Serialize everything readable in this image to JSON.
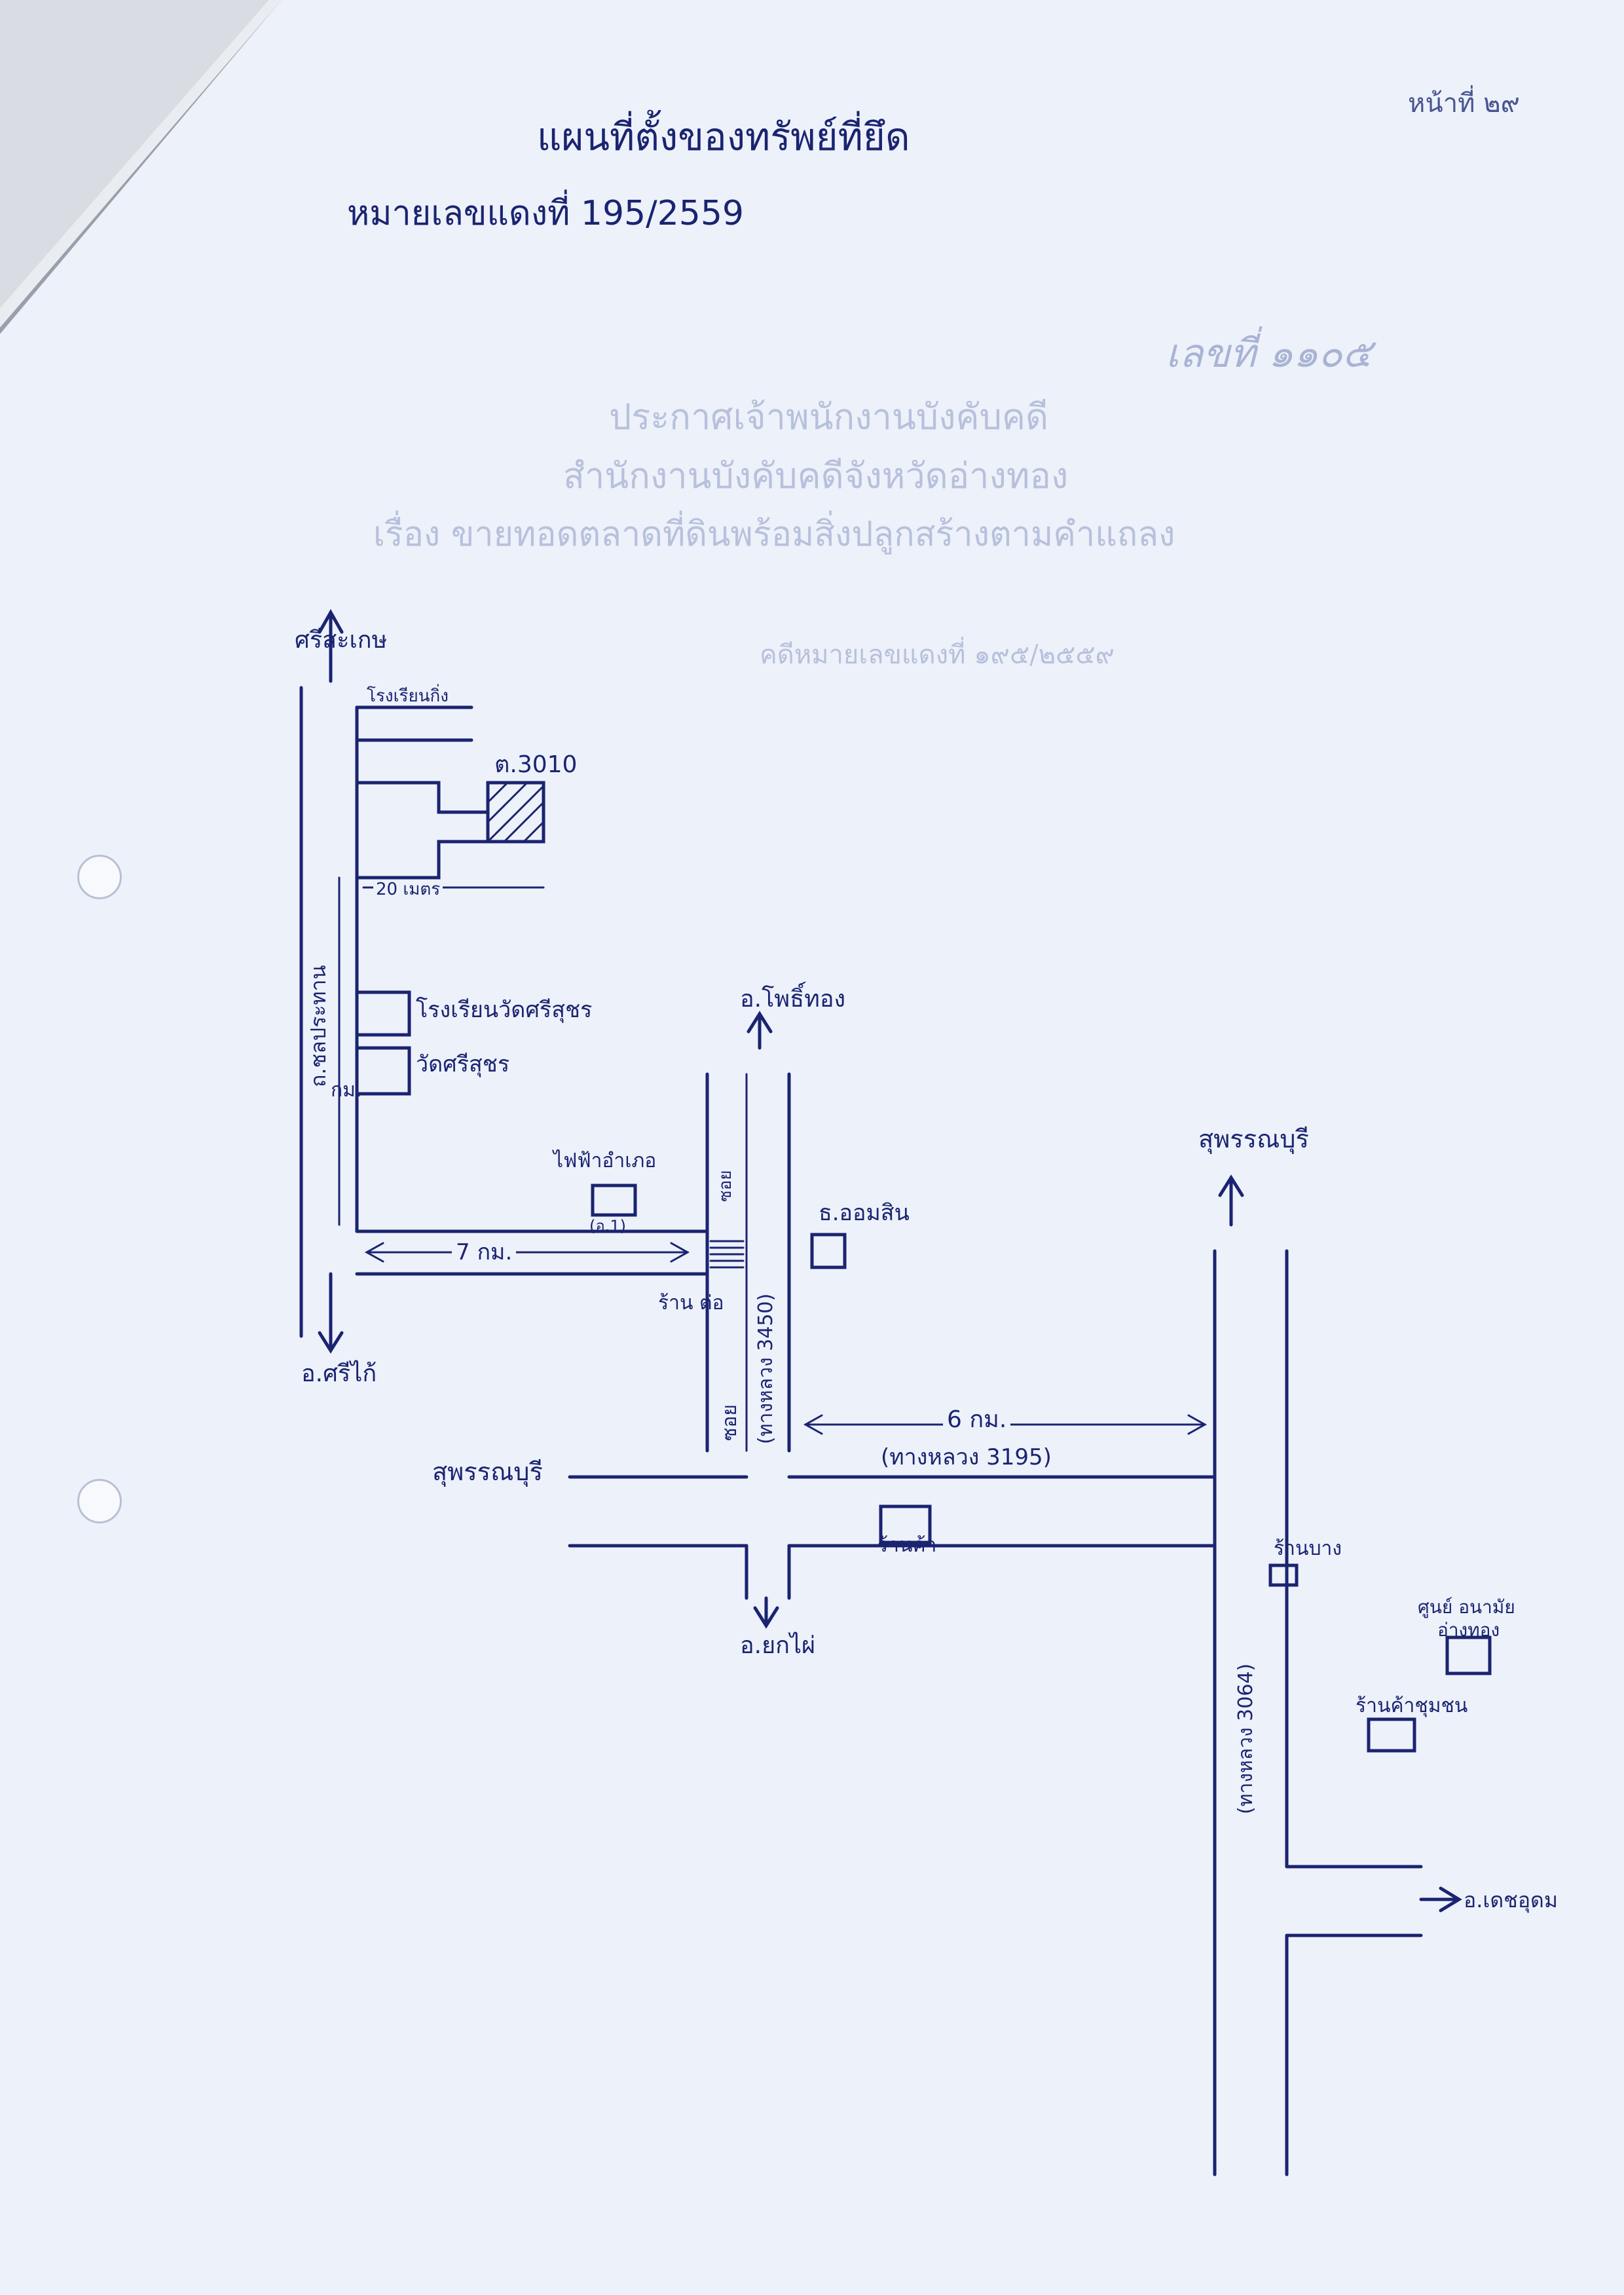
{
  "document": {
    "title": "แผนที่ตั้งของทรัพย์ที่ยึด",
    "case_number": "หมายเลขแดงที่ 195/2559",
    "page_number": "หน้าที่ ๒๙"
  },
  "map_labels": {
    "si_sa_ket": "ศรีสะเกษ",
    "school_upper": "โรงเรียนกิ่ง",
    "plot_id": "ต.3010",
    "road_20m": "20 เมตร",
    "school_wat": "โรงเรียนวัดศรีสุชร",
    "wat_si_suchon": "วัดศรีสุชร",
    "kilometer_mark": "กม.",
    "province_road": "ถ.ชลประทาน",
    "electric_office": "ไฟฟ้าอำเภอ",
    "electric_code": "(อ.1)",
    "dist_7km": "7 กม.",
    "rai_tor": "ร้าน ต่อ",
    "lane_left": "ซอย",
    "soi_right": "ซอย",
    "road_3450": "(ทางหลวง 3450)",
    "to_north": "อ.โพธิ์ทอง",
    "bank": "ธ.ออมสิน",
    "to_kanthara": "อ.ศรีไก้",
    "dist_6km": "6 กม.",
    "road_3195": "(ทางหลวง 3195)",
    "suphan_left": "สุพรรณบุรี",
    "shop_bottom": "ร้านค้า",
    "to_south": "อ.ยกไผ่",
    "suphan_right": "สุพรรณบุรี",
    "highway_right": "(ทางหลวง 3064)",
    "village_shop": "ร้านบาง",
    "hospital": "ศูนย์ อนามัย",
    "hospital2": "อ่างทอง",
    "health_center": "ร้านค้าชุมชน",
    "to_east": "อ.เดชอุดม"
  },
  "faint_text": {
    "line1": "ประกาศเจ้าพนักงานบังคับคดี",
    "line2": "สำนักงานบังคับคดีจังหวัดอ่างทอง",
    "line3": "เรื่อง ขายทอดตลาดที่ดินพร้อมสิ่งปลูกสร้างตามคำแถลง",
    "line4": "คดีหมายเลขแดงที่ ๑๙๕/๒๕๕๙",
    "handwritten_mark": "เลขที่ ๑๑๐๕"
  }
}
